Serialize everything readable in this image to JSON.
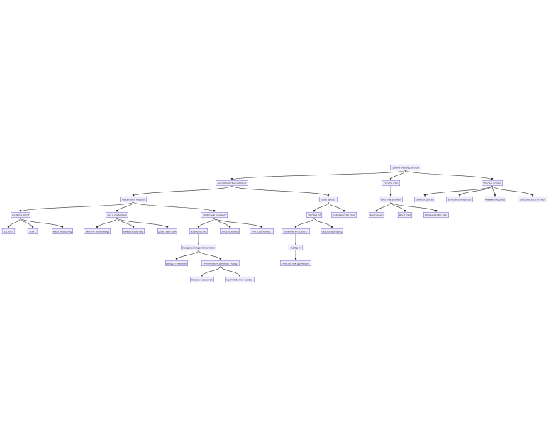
{
  "diagram": {
    "type": "tree",
    "colors": {
      "node_fill": "#ECECFF",
      "node_border": "#9370DB",
      "edge": "#333333",
      "text": "#333333"
    },
    "nodes": [
      {
        "id": "root",
        "label": "Samenvatting artikel"
      },
      {
        "id": "ag",
        "label": "Automatische golfdeur"
      },
      {
        "id": "co",
        "label": "Constructie"
      },
      {
        "id": "vk",
        "label": "Vragen voorkr"
      },
      {
        "id": "mk",
        "label": "Materialen kiezen"
      },
      {
        "id": "go",
        "label": "Glas opties"
      },
      {
        "id": "km",
        "label": "Kies materialen"
      },
      {
        "id": "ls",
        "label": "Levensduur en"
      },
      {
        "id": "em",
        "label": "Energiezuinigheid"
      },
      {
        "id": "mo",
        "label": "Maatwerkopties"
      },
      {
        "id": "an",
        "label": "Automatisch of niet"
      },
      {
        "id": "al",
        "label": "Aluminium of"
      },
      {
        "id": "hm",
        "label": "Hout materiaal"
      },
      {
        "id": "mi",
        "label": "Materiaal invloed"
      },
      {
        "id": "dg",
        "label": "Dubbel of"
      },
      {
        "id": "eg",
        "label": "Enkelwandig glas"
      },
      {
        "id": "alu",
        "label": "Aluminium"
      },
      {
        "id": "hout",
        "label": "Hout met"
      },
      {
        "id": "hgg",
        "label": "Hoogwaardig glas"
      },
      {
        "id": "licht",
        "label": "Lichter"
      },
      {
        "id": "sterk",
        "label": "Sterk"
      },
      {
        "id": "weer",
        "label": "Weerbestendig"
      },
      {
        "id": "warm",
        "label": "Warme uitstraling"
      },
      {
        "id": "goed",
        "label": "Goed bestendig"
      },
      {
        "id": "duur",
        "label": "Duurzaam ook"
      },
      {
        "id": "esth",
        "label": "Esthetische"
      },
      {
        "id": "onder",
        "label": "Onderhoud en"
      },
      {
        "id": "func",
        "label": "Functionaliteit"
      },
      {
        "id": "ener",
        "label": "Energie efficiënte"
      },
      {
        "id": "geluid",
        "label": "Geluidsdemping"
      },
      {
        "id": "hgm",
        "label": "Hoogwaardige materialen"
      },
      {
        "id": "nodig",
        "label": "Nodig in"
      },
      {
        "id": "langer",
        "label": "Langer meegaan"
      },
      {
        "id": "rep",
        "label": "Minimale reparaties nodig"
      },
      {
        "id": "aanz",
        "label": "Aanzienlijk gebieden"
      },
      {
        "id": "kosten",
        "label": "Kosten besparen"
      },
      {
        "id": "vermin",
        "label": "Vermindering kosten"
      }
    ],
    "edges": [
      [
        "root",
        "ag"
      ],
      [
        "root",
        "co"
      ],
      [
        "root",
        "vk"
      ],
      [
        "ag",
        "mk"
      ],
      [
        "ag",
        "go"
      ],
      [
        "co",
        "km"
      ],
      [
        "vk",
        "ls"
      ],
      [
        "vk",
        "em"
      ],
      [
        "vk",
        "mo"
      ],
      [
        "vk",
        "an"
      ],
      [
        "mk",
        "al"
      ],
      [
        "mk",
        "hm"
      ],
      [
        "mk",
        "mi"
      ],
      [
        "go",
        "dg"
      ],
      [
        "go",
        "eg"
      ],
      [
        "km",
        "alu"
      ],
      [
        "km",
        "hout"
      ],
      [
        "km",
        "hgg"
      ],
      [
        "al",
        "licht"
      ],
      [
        "al",
        "sterk"
      ],
      [
        "al",
        "weer"
      ],
      [
        "hm",
        "warm"
      ],
      [
        "hm",
        "goed"
      ],
      [
        "hm",
        "duur"
      ],
      [
        "mi",
        "esth"
      ],
      [
        "mi",
        "onder"
      ],
      [
        "mi",
        "func"
      ],
      [
        "dg",
        "ener"
      ],
      [
        "dg",
        "geluid"
      ],
      [
        "esth",
        "hgm"
      ],
      [
        "ener",
        "nodig"
      ],
      [
        "hgm",
        "langer"
      ],
      [
        "hgm",
        "rep"
      ],
      [
        "nodig",
        "aanz"
      ],
      [
        "rep",
        "kosten"
      ],
      [
        "rep",
        "vermin"
      ]
    ]
  }
}
